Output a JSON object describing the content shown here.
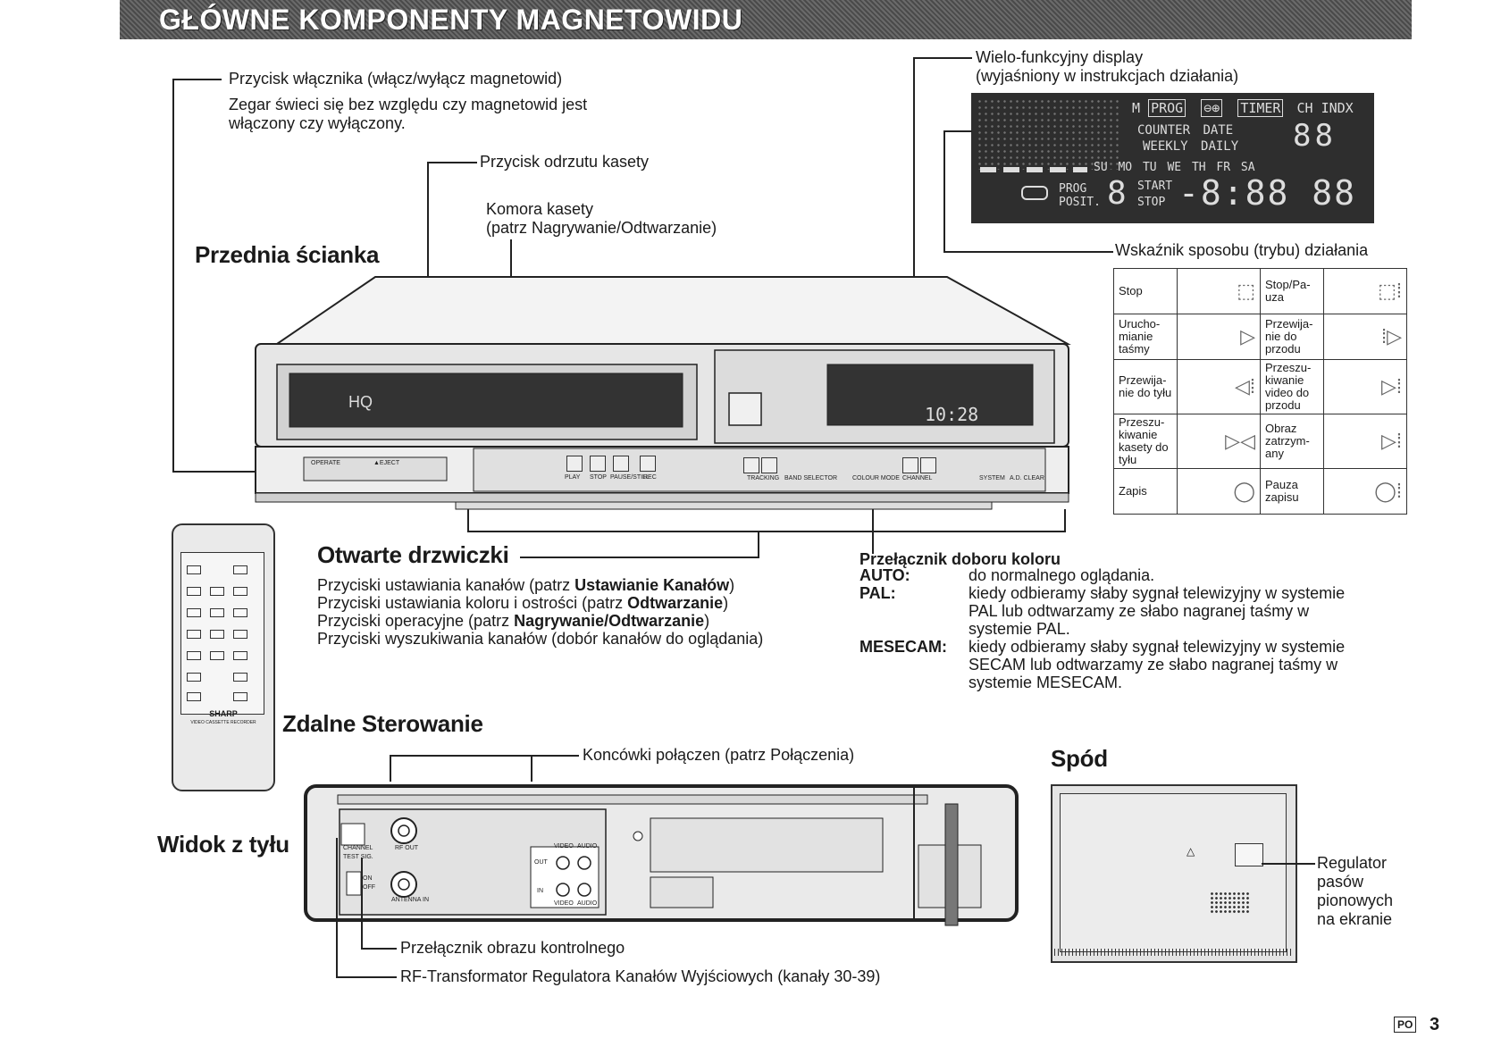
{
  "page": {
    "title": "GŁÓWNE KOMPONENTY MAGNETOWIDU",
    "page_code": "PO",
    "page_number": "3"
  },
  "front": {
    "heading": "Przednia ścianka",
    "power_label": "Przycisk włącznika (włącz/wyłącz magnetowid)",
    "power_note": "Zegar świeci się bez względu czy magnetowid jest włączony czy wyłączony.",
    "eject_label": "Przycisk odrzutu kasety",
    "cassette_label": "Komora kasety",
    "cassette_ref": "(patrz Nagrywanie/Odtwarzanie)",
    "display_label": "Wielo-funkcyjny display",
    "display_ref": "(wyjaśniony w instrukcjach działania)",
    "mode_indicator_label": "Wskaźnik sposobu (trybu) działania"
  },
  "display_panel": {
    "row1": [
      "M",
      "PROG",
      "⊖⊕",
      "TIMER",
      "CH INDX"
    ],
    "row2": [
      "COUNTER",
      "DATE"
    ],
    "row3": [
      "WEEKLY",
      "DAILY"
    ],
    "days": [
      "SU",
      "MO",
      "TU",
      "WE",
      "TH",
      "FR",
      "SA"
    ],
    "prog": "PROG",
    "posit": "POSIT.",
    "start": "START",
    "stop": "STOP"
  },
  "modes": [
    {
      "left": "Stop",
      "right": "Stop/Pa-uza"
    },
    {
      "left": "Urucho-mianie taśmy",
      "right": "Przewija-nie do przodu"
    },
    {
      "left": "Przewija-nie do tyłu",
      "right": "Przeszu-kiwanie video do przodu"
    },
    {
      "left": "Przeszu-kiwanie kasety do tyłu",
      "right": "Obraz zatrzym-any"
    },
    {
      "left": "Zapis",
      "right": "Pauza zapisu"
    }
  ],
  "vcr_front": {
    "hq": "HQ",
    "clock": "10:28",
    "operate": "OPERATE",
    "eject": "▲EJECT",
    "play": "PLAY",
    "stop": "STOP",
    "pause": "PAUSE/STILL",
    "rec": "REC",
    "tracking": "TRACKING",
    "band": "BAND SELECTOR",
    "colour": "COLOUR MODE",
    "channel": "CHANNEL",
    "system": "SYSTEM",
    "ad_clear": "A.D. CLEAR"
  },
  "door": {
    "heading": "Otwarte drzwiczki",
    "lines": [
      {
        "text": "Przyciski ustawiania kanałów (patrz ",
        "bold": "Ustawianie Kanałów",
        "end": ")"
      },
      {
        "text": "Przyciski ustawiania koloru i ostrości (patrz ",
        "bold": "Odtwarzanie",
        "end": ")"
      },
      {
        "text": "Przyciski operacyjne (patrz ",
        "bold": "Nagrywanie/Odtwarzanie",
        "end": ")"
      },
      {
        "text": "Przyciski wyszukiwania kanałów (dobór kanałów do oglądania)",
        "bold": "",
        "end": ""
      }
    ]
  },
  "colour_switch": {
    "heading": "Przełącznik doboru koloru",
    "items": [
      {
        "key": "AUTO:",
        "lines": [
          "do normalnego oglądania."
        ]
      },
      {
        "key": "PAL:",
        "lines": [
          "kiedy odbieramy słaby sygnał telewizyjny w systemie",
          "PAL lub odtwarzamy ze słabo nagranej taśmy w",
          "systemie PAL."
        ]
      },
      {
        "key": "MESECAM:",
        "lines": [
          "kiedy odbieramy słaby sygnał telewizyjny w systemie",
          "SECAM lub odtwarzamy ze słabo nagranej taśmy w",
          "systemie MESECAM."
        ]
      }
    ]
  },
  "remote": {
    "heading": "Zdalne Sterowanie",
    "brand": "SHARP",
    "subtitle": "VIDEO CASSETTE RECORDER"
  },
  "rear": {
    "heading": "Widok z tyłu",
    "terminals_label": "Koncówki połączen (patrz Połączenia)",
    "test_label": "Przełącznik obrazu kontrolnego",
    "rf_label": "RF-Transformator Regulatora Kanałów Wyjściowych (kanały 30-39)",
    "channel": "CHANNEL",
    "test_sig": "TEST SIG.",
    "on": "ON",
    "off": "OFF",
    "rf_out": "RF OUT",
    "antenna_in": "ANTENNA IN",
    "video": "VIDEO",
    "audio": "AUDIO",
    "out": "OUT",
    "in": "IN"
  },
  "bottom": {
    "heading": "Spód",
    "regulator_lines": [
      "Regulator",
      "pasów",
      "pionowych",
      "na ekranie"
    ]
  }
}
